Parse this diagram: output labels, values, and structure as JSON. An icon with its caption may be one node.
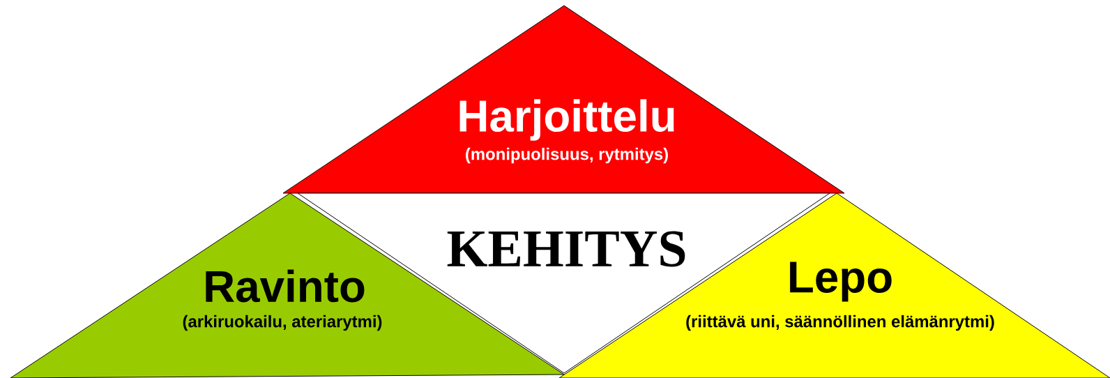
{
  "diagram": {
    "nodes": [
      {
        "text": [
          "Harjoittelu",
          "(monipuolisuus, rytmitys)"
        ]
      },
      {
        "text": [
          "KEHITYS"
        ]
      },
      {
        "text": [
          "Ravinto",
          "(arkiruokailu, ateriarytmi)"
        ]
      },
      {
        "text": [
          "Lepo",
          "(riittävä uni, säännöllinen elämänrytmi)"
        ]
      }
    ]
  }
}
